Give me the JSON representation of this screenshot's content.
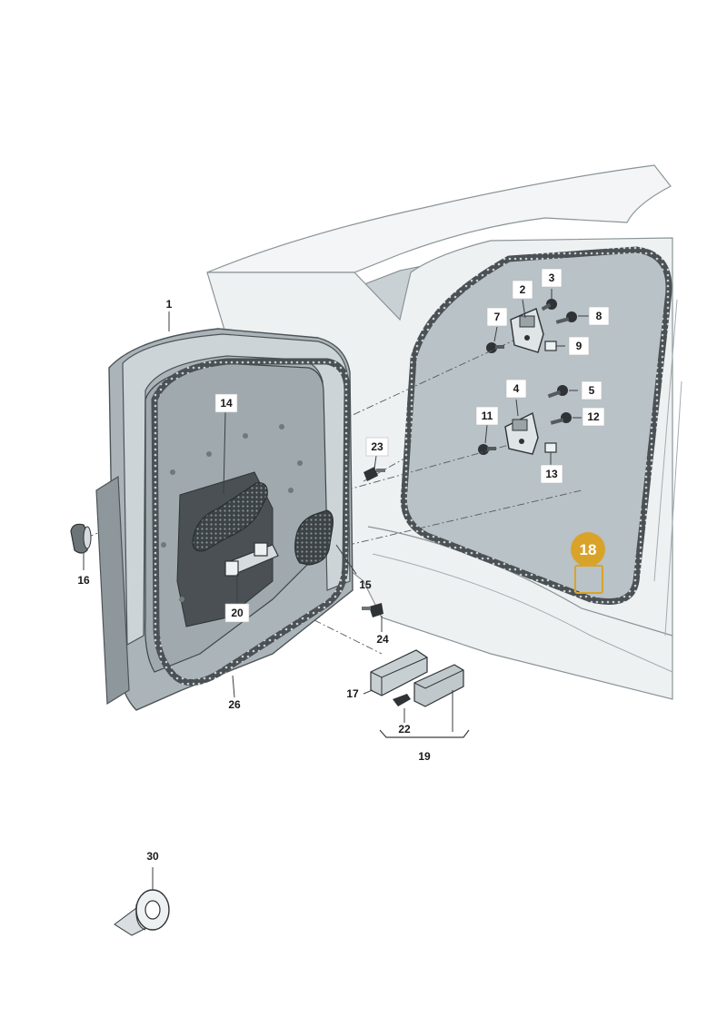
{
  "callouts": [
    {
      "id": "c1",
      "label": "1"
    },
    {
      "id": "c2",
      "label": "2"
    },
    {
      "id": "c3",
      "label": "3"
    },
    {
      "id": "c4",
      "label": "4"
    },
    {
      "id": "c5",
      "label": "5"
    },
    {
      "id": "c7",
      "label": "7"
    },
    {
      "id": "c8",
      "label": "8"
    },
    {
      "id": "c9",
      "label": "9"
    },
    {
      "id": "c11",
      "label": "11"
    },
    {
      "id": "c12",
      "label": "12"
    },
    {
      "id": "c13",
      "label": "13"
    },
    {
      "id": "c14",
      "label": "14"
    },
    {
      "id": "c15",
      "label": "15"
    },
    {
      "id": "c16",
      "label": "16"
    },
    {
      "id": "c17",
      "label": "17"
    },
    {
      "id": "c19",
      "label": "19"
    },
    {
      "id": "c20",
      "label": "20"
    },
    {
      "id": "c22",
      "label": "22"
    },
    {
      "id": "c23",
      "label": "23"
    },
    {
      "id": "c24",
      "label": "24"
    },
    {
      "id": "c26",
      "label": "26"
    },
    {
      "id": "c30",
      "label": "30"
    }
  ],
  "highlight": {
    "label": "18",
    "color": "#d9a32a"
  },
  "colors": {
    "body": "#eef1f2",
    "body_line": "#8a9497",
    "door_frame": "#c2cbcf",
    "door_inner": "#b3bcc1",
    "glass": "#d2d9dd",
    "seal": "#3a3f42",
    "dark_part": "#2f3336"
  }
}
